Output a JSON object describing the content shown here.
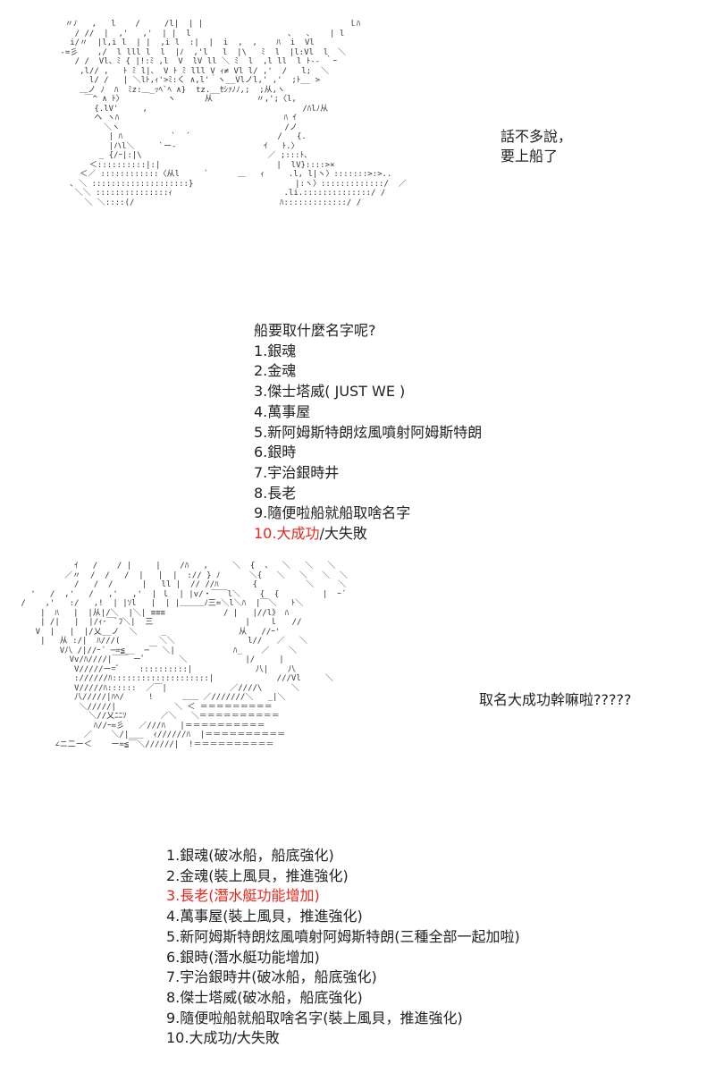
{
  "panel1": {
    "speech": [
      "話不多說，",
      "要上船了"
    ],
    "question": "船要取什麼名字呢?",
    "options": [
      "1.銀魂",
      "2.金魂",
      "3.傑士塔威( JUST WE )",
      "4.萬事屋",
      "5.新阿姆斯特朗炫風噴射阿姆斯特朗",
      "6.銀時",
      "7.宇治銀時井",
      "8.長老",
      "9.隨便啦船就船取啥名字"
    ],
    "roll_result": "10.大成功",
    "roll_rest": "/大失敗",
    "highlight_color": "#e8261c"
  },
  "panel2": {
    "speech": "取名大成功幹嘛啦?????",
    "options": [
      "1.銀魂(破冰船，船底強化)",
      "2.金魂(裝上風貝，推進強化)",
      "3.長老(潛水艇功能增加)",
      "4.萬事屋(裝上風貝，推進強化)",
      "5.新阿姆斯特朗炫風噴射阿姆斯特朗(三種全部一起加啦)",
      "6.銀時(潛水艇功能增加)",
      "7.宇治銀時井(破冰船，船底強化)",
      "8.傑士塔威(破冰船，船底強化)",
      "9.隨便啦船就船取啥名字(裝上風貝，推進強化)",
      "10.大成功/大失敗"
    ],
    "highlighted_option": 3,
    "highlight_color": "#e8261c"
  }
}
